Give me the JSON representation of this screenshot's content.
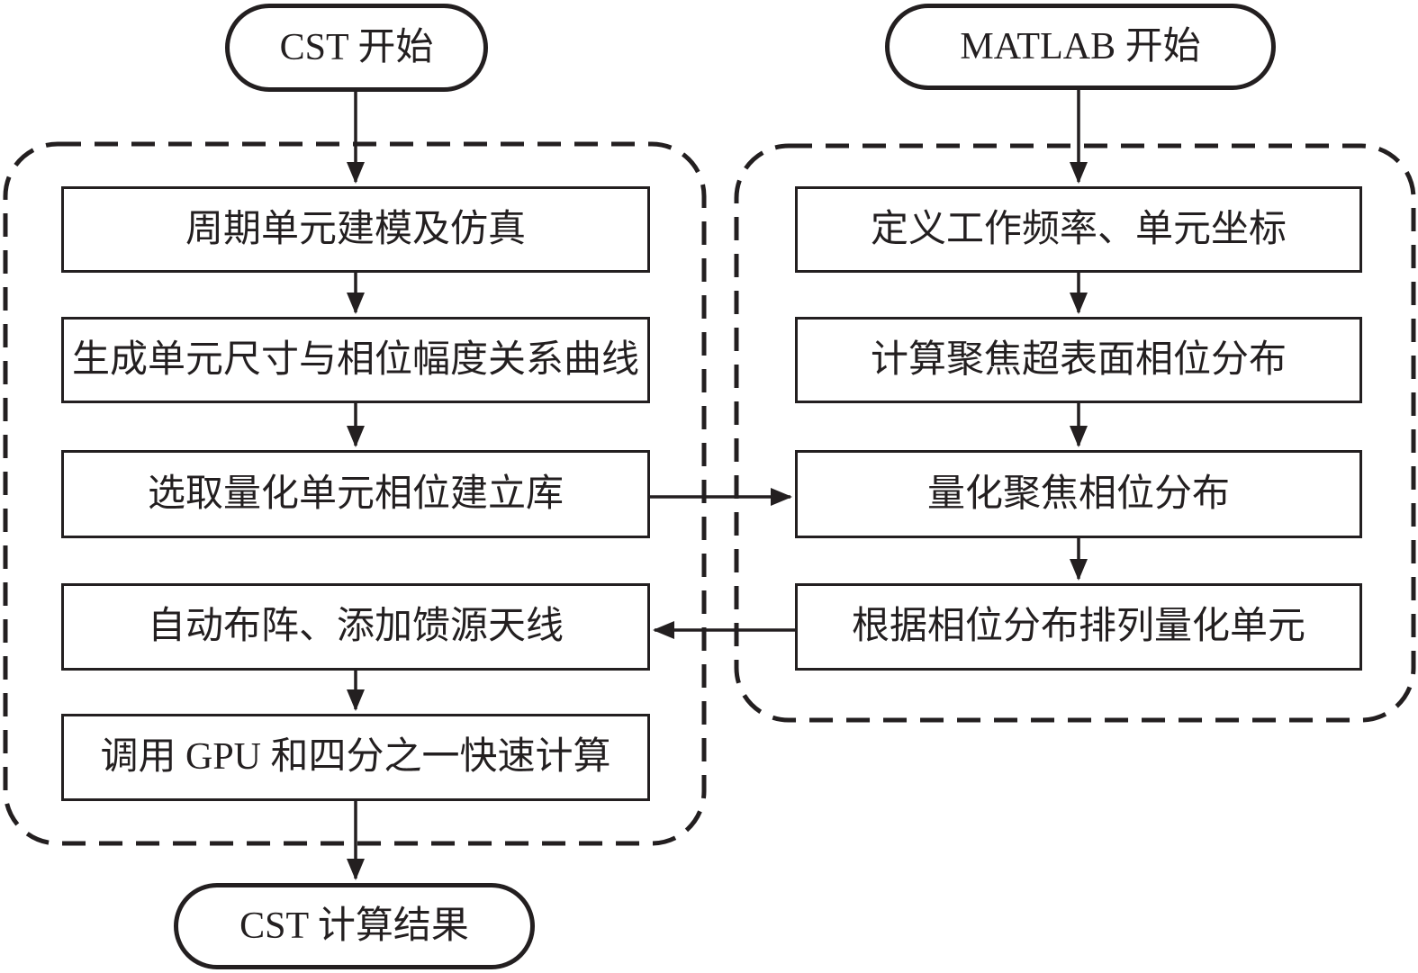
{
  "flowchart": {
    "colors": {
      "stroke": "#231f20",
      "background": "#ffffff",
      "text": "#231f20"
    },
    "nodes": {
      "cst_start": {
        "label": "CST 开始",
        "shape": "terminal"
      },
      "l1": {
        "label": "周期单元建模及仿真",
        "shape": "process"
      },
      "l2": {
        "label": "生成单元尺寸与相位幅度关系曲线",
        "shape": "process"
      },
      "l3": {
        "label": "选取量化单元相位建立库",
        "shape": "process"
      },
      "l4": {
        "label": "自动布阵、添加馈源天线",
        "shape": "process"
      },
      "l5": {
        "label": "调用 GPU 和四分之一快速计算",
        "shape": "process"
      },
      "cst_result": {
        "label": "CST 计算结果",
        "shape": "terminal"
      },
      "matlab_start": {
        "label": "MATLAB 开始",
        "shape": "terminal"
      },
      "r1": {
        "label": "定义工作频率、单元坐标",
        "shape": "process"
      },
      "r2": {
        "label": "计算聚焦超表面相位分布",
        "shape": "process"
      },
      "r3": {
        "label": "量化聚焦相位分布",
        "shape": "process"
      },
      "r4": {
        "label": "根据相位分布排列量化单元",
        "shape": "process"
      }
    },
    "groups": [
      {
        "id": "cst_group",
        "style": "dashed-rounded",
        "contains": [
          "l1",
          "l2",
          "l3",
          "l4",
          "l5"
        ]
      },
      {
        "id": "matlab_group",
        "style": "dashed-rounded",
        "contains": [
          "r1",
          "r2",
          "r3",
          "r4"
        ]
      }
    ],
    "edges": [
      {
        "from": "cst_start",
        "to": "l1",
        "direction": "down"
      },
      {
        "from": "l1",
        "to": "l2",
        "direction": "down"
      },
      {
        "from": "l2",
        "to": "l3",
        "direction": "down"
      },
      {
        "from": "l3",
        "to": "r3",
        "direction": "right"
      },
      {
        "from": "l4",
        "to": "l5",
        "direction": "down"
      },
      {
        "from": "l5",
        "to": "cst_result",
        "direction": "down"
      },
      {
        "from": "matlab_start",
        "to": "r1",
        "direction": "down"
      },
      {
        "from": "r1",
        "to": "r2",
        "direction": "down"
      },
      {
        "from": "r2",
        "to": "r3",
        "direction": "down"
      },
      {
        "from": "r3",
        "to": "r4",
        "direction": "down"
      },
      {
        "from": "r4",
        "to": "l4",
        "direction": "left"
      }
    ]
  }
}
